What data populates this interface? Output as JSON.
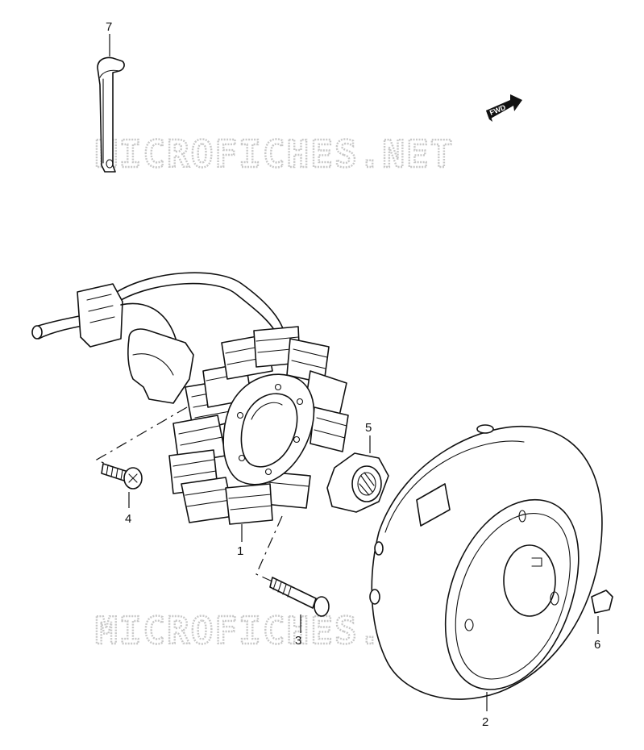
{
  "watermark": {
    "text": "MICROFICHES.NET"
  },
  "direction_marker": {
    "label": "FWD",
    "icon": "forward-arrow-icon"
  },
  "parts": [
    {
      "number": "1",
      "part": "stator"
    },
    {
      "number": "2",
      "part": "rotor"
    },
    {
      "number": "3",
      "part": "bolt"
    },
    {
      "number": "4",
      "part": "screw"
    },
    {
      "number": "5",
      "part": "nut"
    },
    {
      "number": "6",
      "part": "key"
    },
    {
      "number": "7",
      "part": "clamp"
    }
  ]
}
